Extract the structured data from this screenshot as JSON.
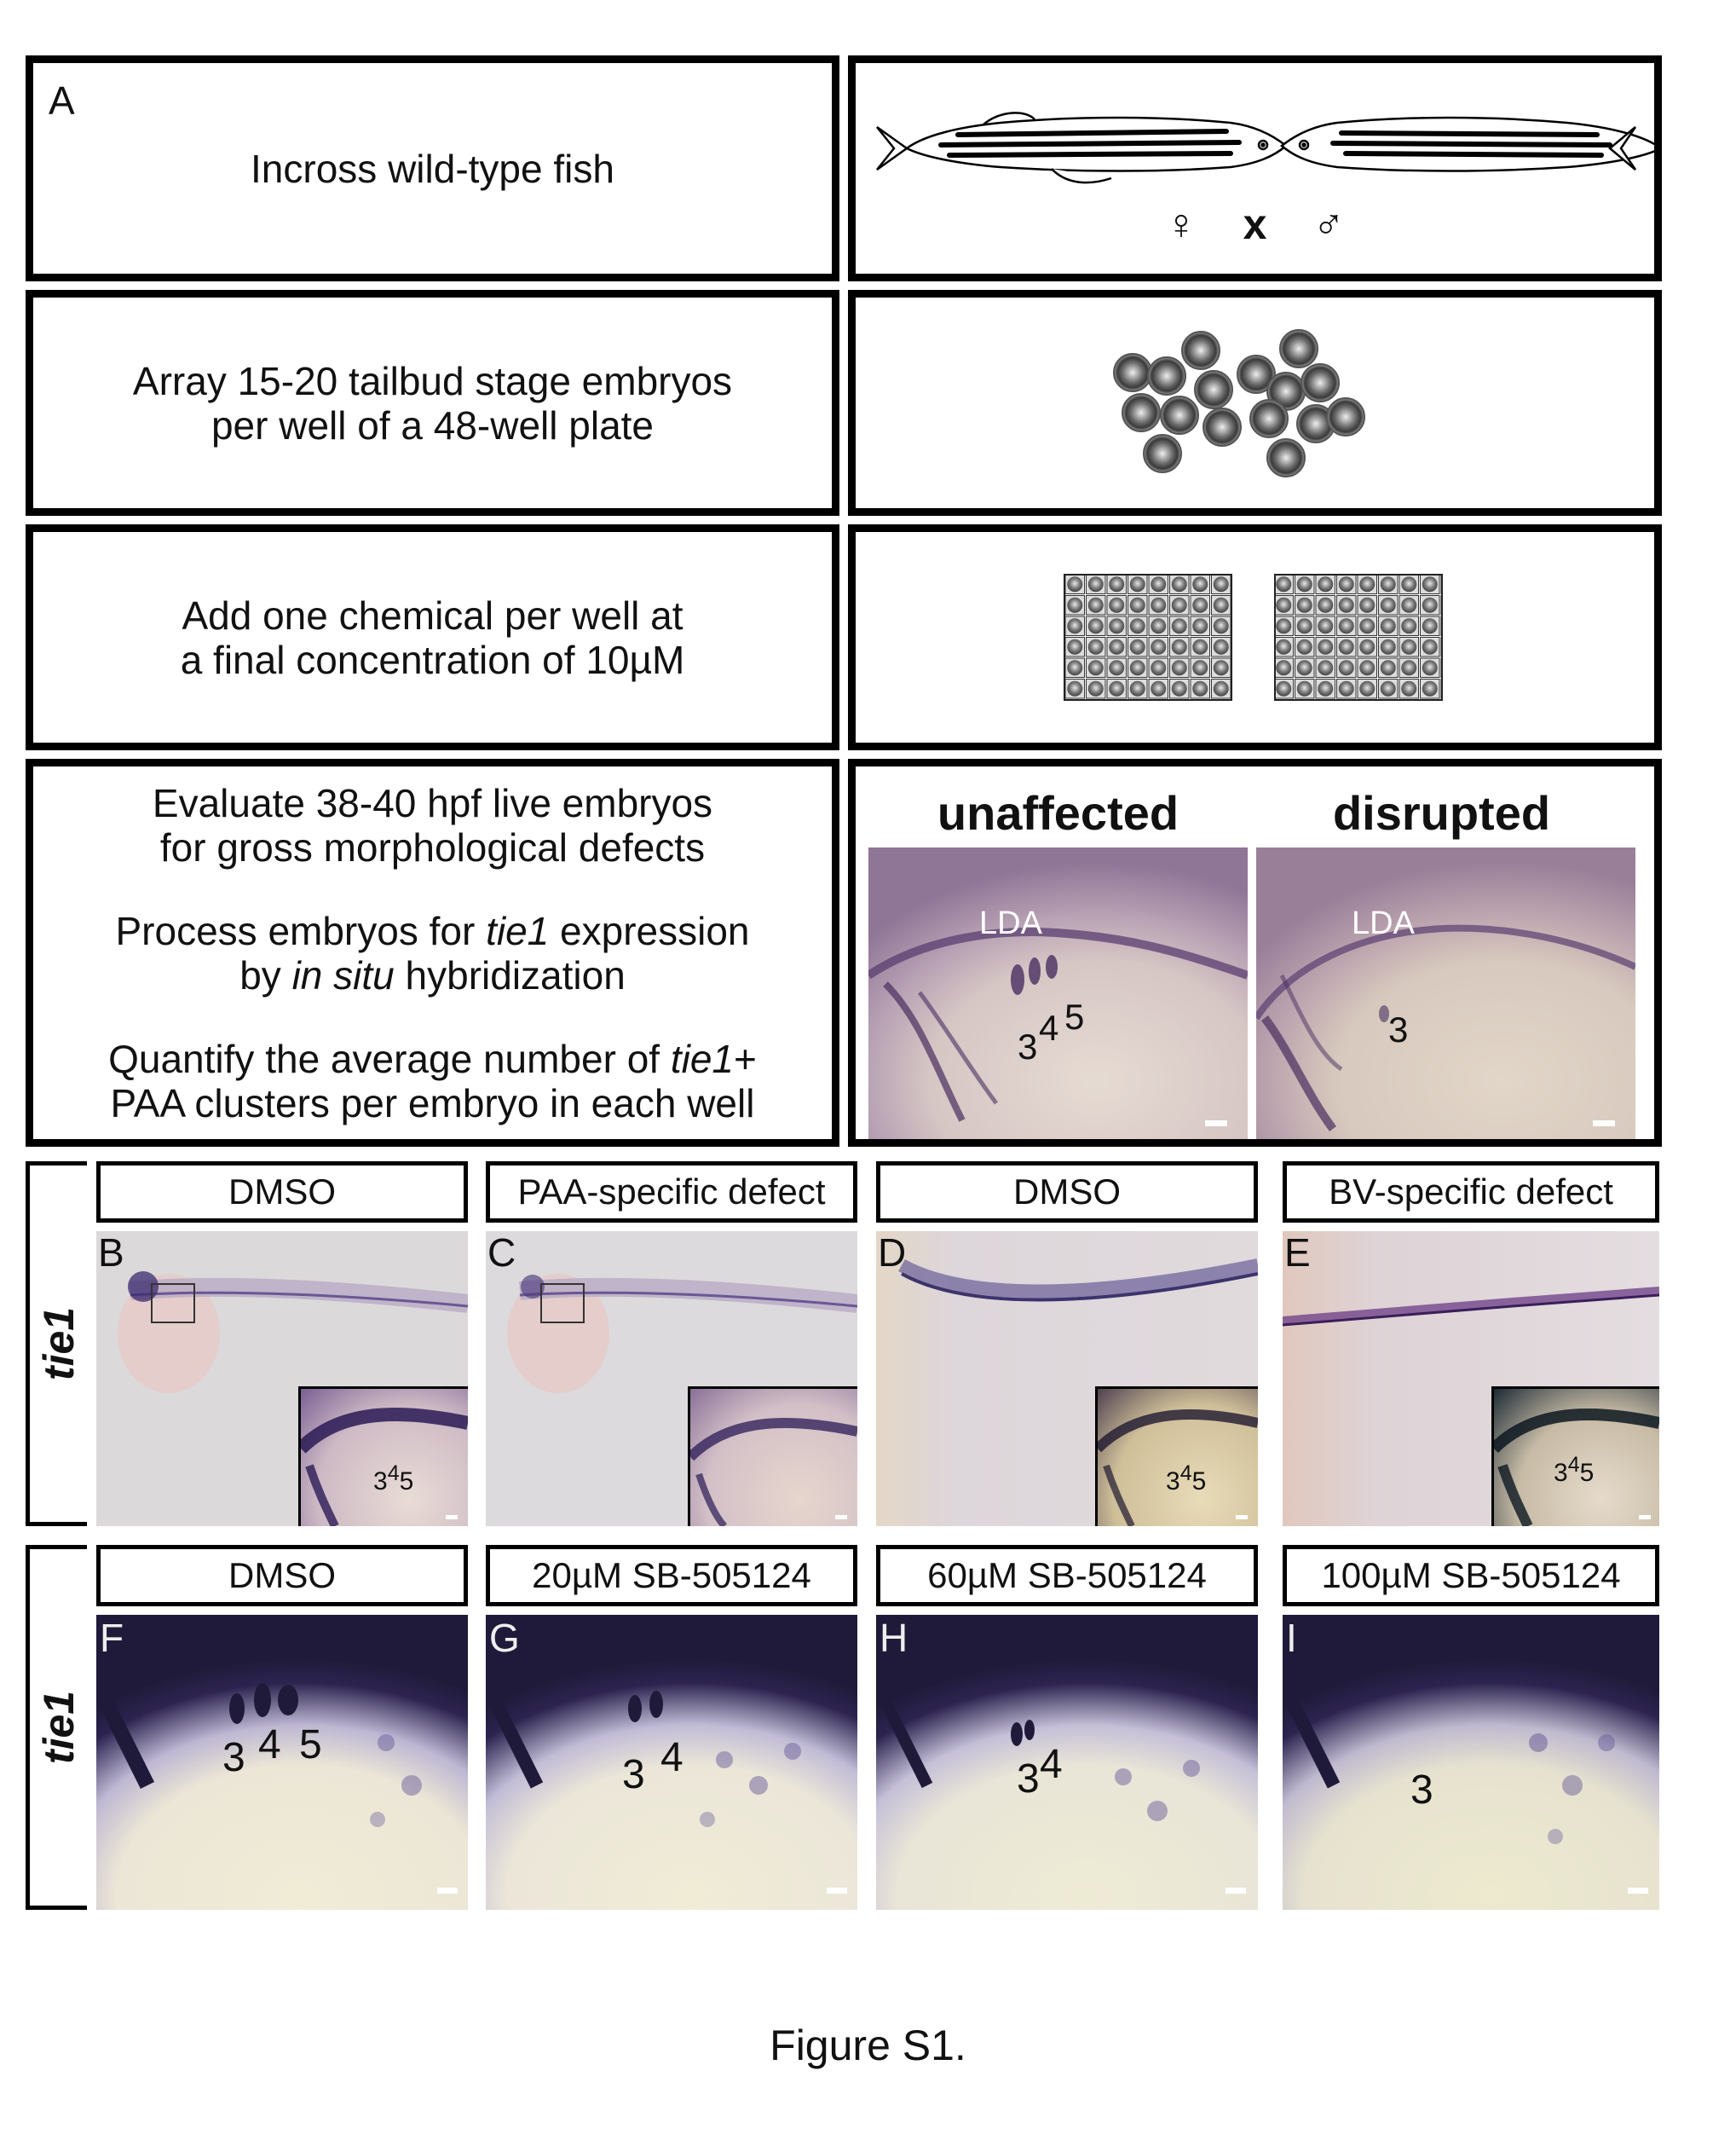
{
  "panel_a": {
    "letter": "A",
    "steps": [
      {
        "lines": [
          "Incross wild-type fish"
        ]
      },
      {
        "lines": [
          "Array 15-20 tailbud stage embryos",
          "per well of a 48-well plate"
        ]
      },
      {
        "lines": [
          "Add one chemical per well at",
          "a final concentration of 10µM"
        ]
      }
    ],
    "step4": {
      "line1": "Evaluate 38-40 hpf live embryos",
      "line2": "for gross morphological defects",
      "line3_pre": "Process embryos for ",
      "line3_gene": "tie1",
      "line3_post": " expression",
      "line4_pre": "by ",
      "line4_it": "in situ",
      "line4_post": " hybridization",
      "line5_pre": "Quantify the average number of ",
      "line5_gene": "tie1",
      "line5_post": "+",
      "line6": "PAA clusters per embryo in each well"
    },
    "cross": {
      "female": "♀",
      "x": "x",
      "male": "♂"
    },
    "result_titles": {
      "left": "unaffected",
      "right": "disrupted"
    },
    "result_labels": {
      "lda": "LDA",
      "n3": "3",
      "n4": "4",
      "n5": "5"
    }
  },
  "row_bc": {
    "side_label": "tie1",
    "panels": [
      {
        "letter": "B",
        "label": "DMSO"
      },
      {
        "letter": "C",
        "label": "PAA-specific defect"
      },
      {
        "letter": "D",
        "label": "DMSO"
      },
      {
        "letter": "E",
        "label": "BV-specific defect"
      }
    ]
  },
  "row_fi": {
    "side_label": "tie1",
    "panels": [
      {
        "letter": "F",
        "label": "DMSO",
        "nums": [
          "3",
          "4",
          "5"
        ]
      },
      {
        "letter": "G",
        "label": "20µM SB-505124",
        "nums": [
          "3",
          "4"
        ]
      },
      {
        "letter": "H",
        "label": "60µM SB-505124",
        "nums": [
          "3",
          "4"
        ]
      },
      {
        "letter": "I",
        "label": "100µM SB-505124",
        "nums": [
          "3"
        ]
      }
    ]
  },
  "figure_title": "Figure S1."
}
